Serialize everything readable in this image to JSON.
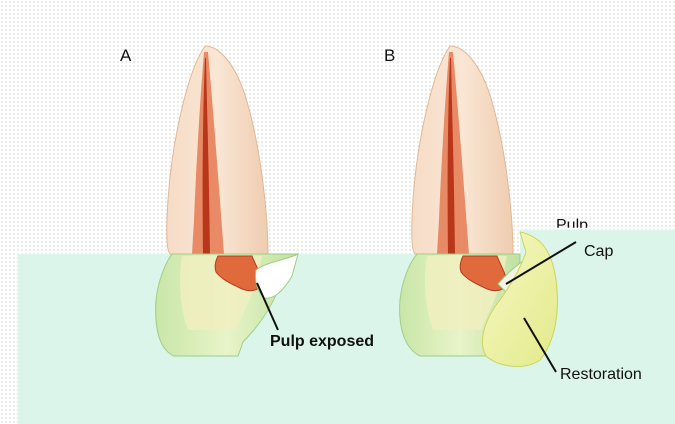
{
  "panels": {
    "a_label": "A",
    "b_label": "B"
  },
  "callouts": {
    "pulp_exposed": "Pulp exposed",
    "pulp_cap_line1": "Pulp",
    "pulp_cap_line2": "Cap",
    "restoration": "Restoration"
  },
  "colors": {
    "background": "#ffffff",
    "band": "#dcf5ea",
    "crown": "#f4d6bb",
    "pulp": "#d9542c",
    "root_green": "#d6ecb4",
    "restoration": "#eef3a8"
  }
}
